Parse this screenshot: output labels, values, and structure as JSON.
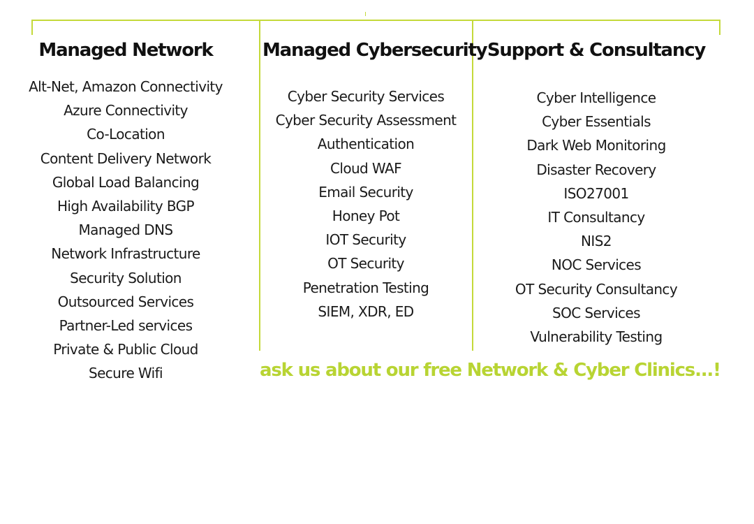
{
  "colors": {
    "accent": "#c4d93a",
    "cta_text": "#b8d433",
    "text": "#1a1a1a",
    "background": "#ffffff"
  },
  "columns": [
    {
      "title": "Managed Network",
      "items": [
        "Alt-Net, Amazon Connectivity",
        "Azure Connectivity",
        "Co-Location",
        "Content Delivery Network",
        "Global Load Balancing",
        "High Availability BGP",
        "Managed DNS",
        "Network Infrastructure",
        "Security Solution",
        "Outsourced Services",
        "Partner-Led services",
        "Private & Public Cloud",
        "Secure Wifi"
      ]
    },
    {
      "title": "Managed Cybersecurity",
      "items": [
        "Cyber Security Services",
        "Cyber Security Assessment",
        "Authentication",
        "Cloud WAF",
        "Email Security",
        "Honey Pot",
        "IOT Security",
        "OT Security",
        "Penetration Testing",
        "SIEM, XDR, ED"
      ]
    },
    {
      "title": "Support & Consultancy",
      "items": [
        "Cyber Intelligence",
        "Cyber Essentials",
        "Dark Web Monitoring",
        "Disaster Recovery",
        "ISO27001",
        "IT Consultancy",
        "NIS2",
        "NOC Services",
        "OT Security Consultancy",
        "SOC Services",
        "Vulnerability Testing"
      ]
    }
  ],
  "cta": {
    "text": "ask us about our free Network & Cyber Clinics...!"
  }
}
